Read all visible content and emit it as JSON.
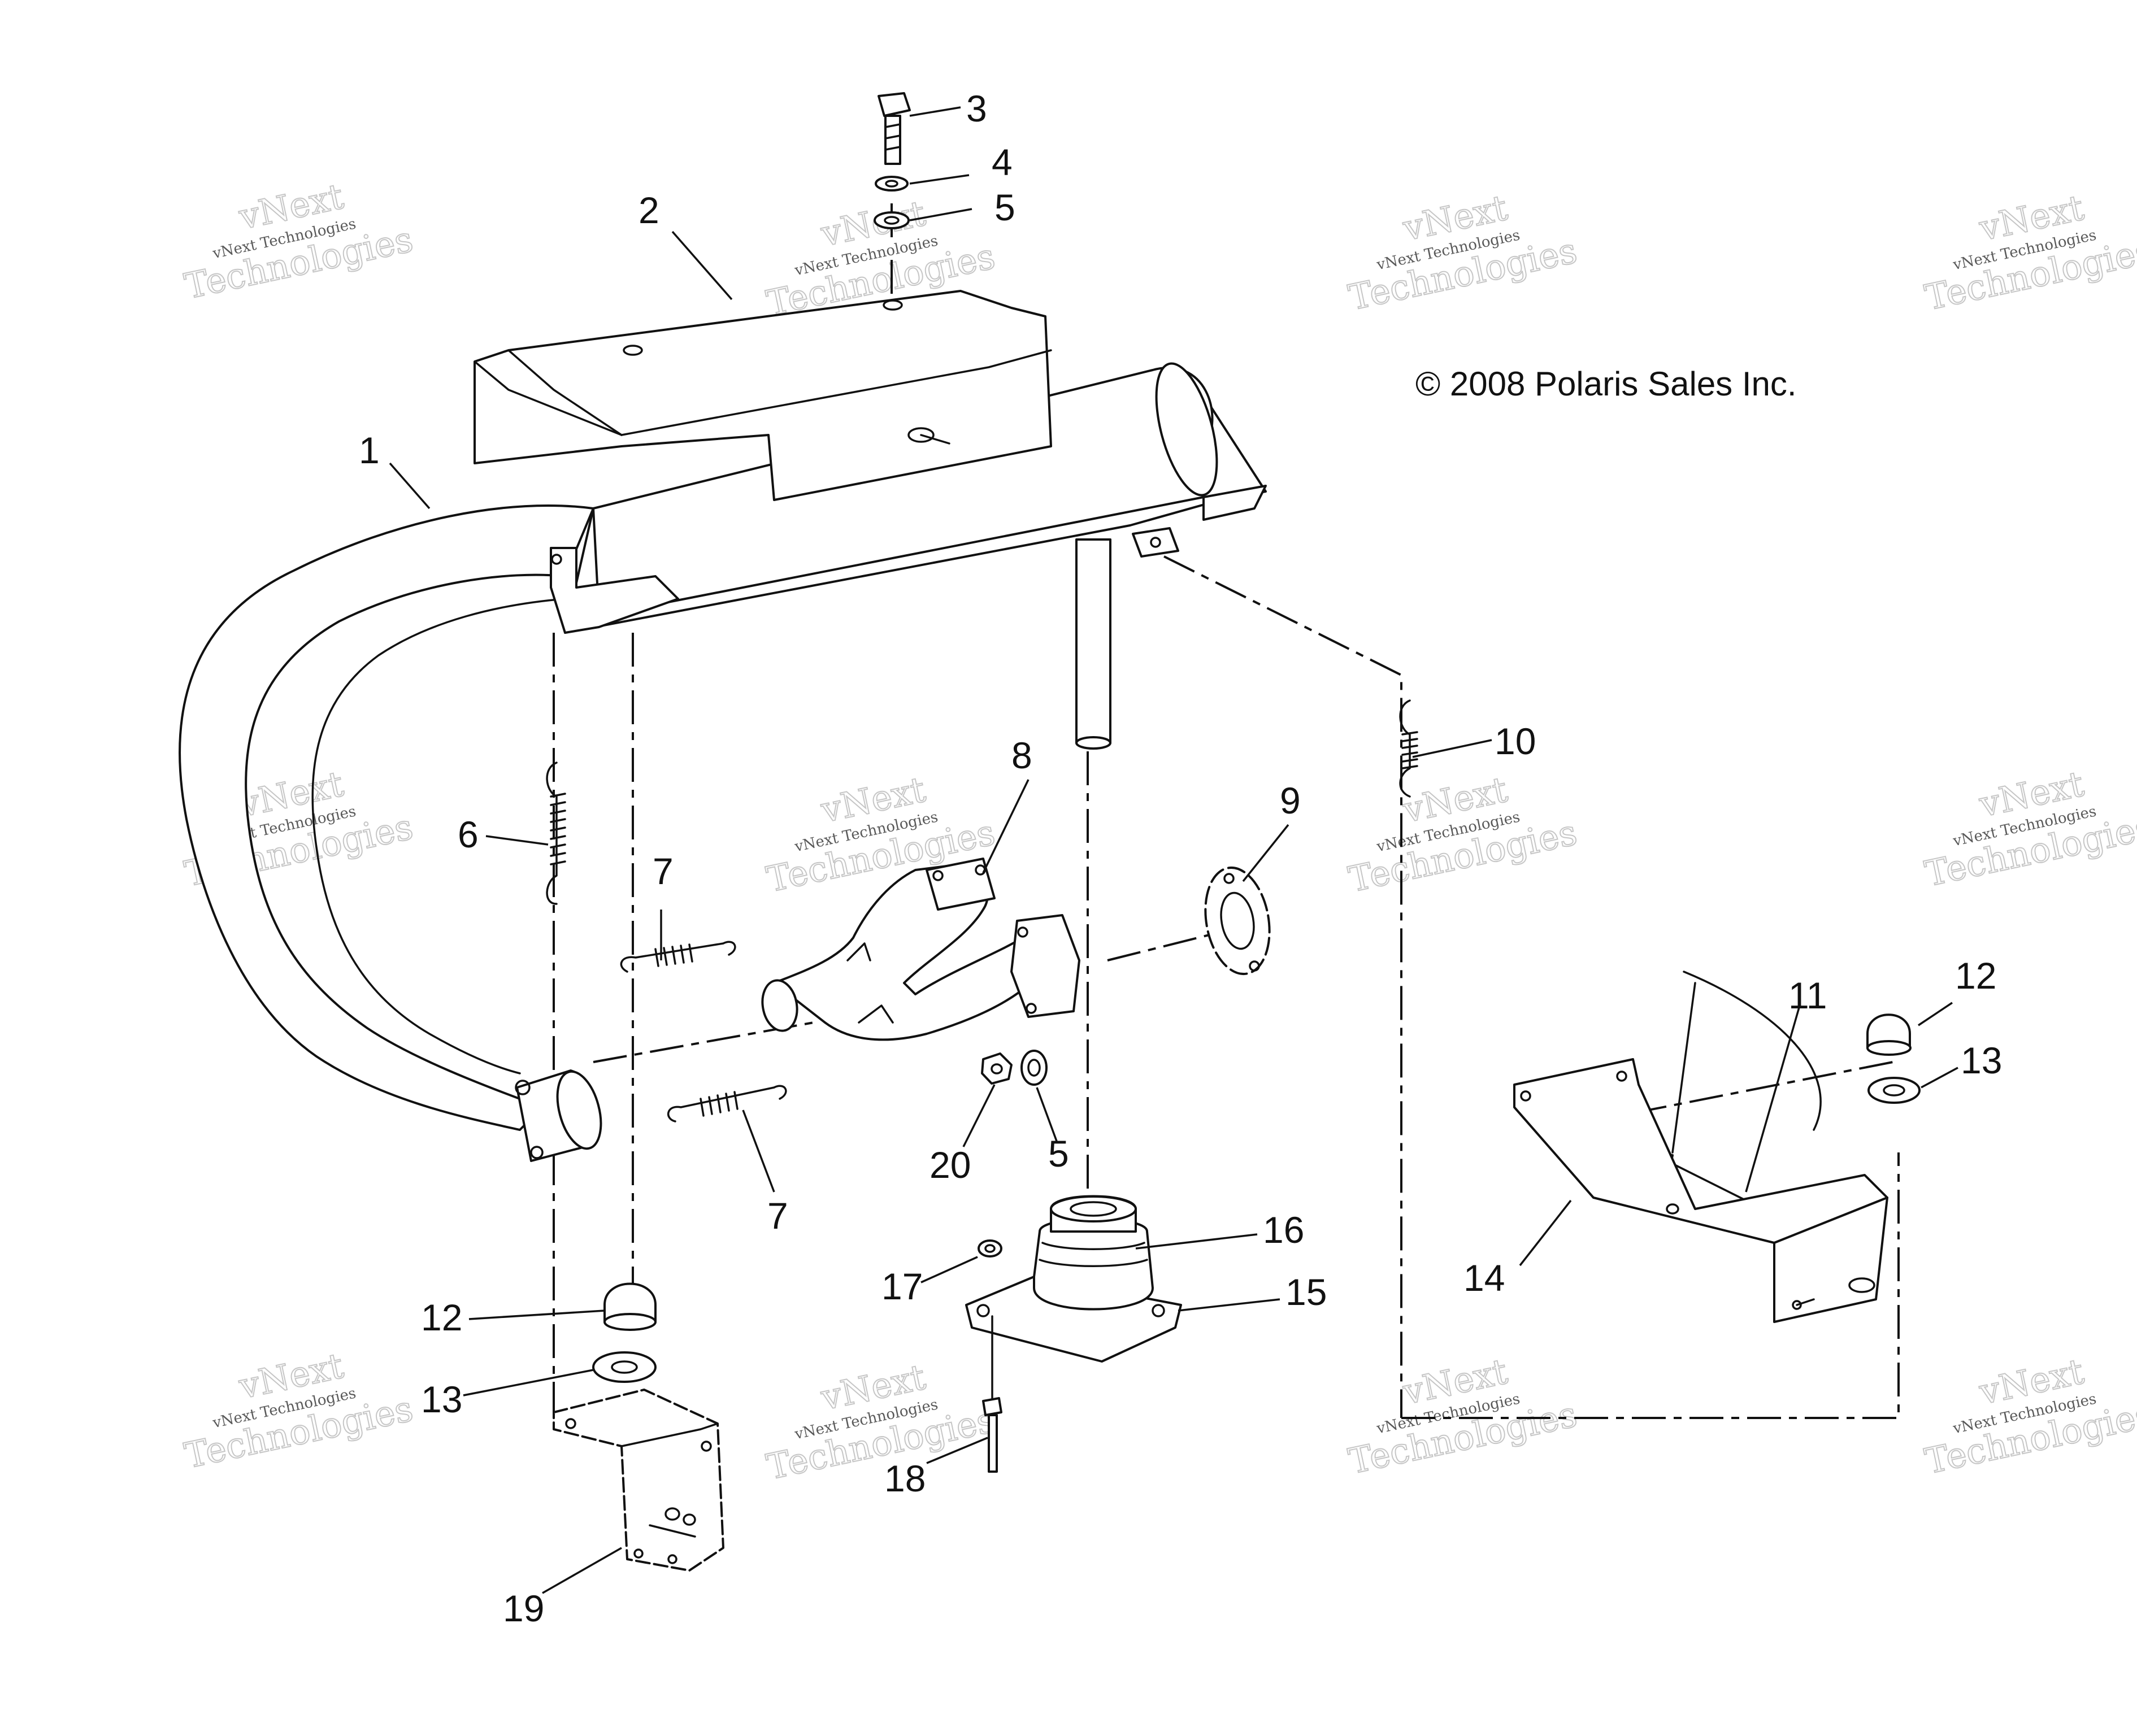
{
  "copyright": "© 2008 Polaris Sales Inc.",
  "watermark": {
    "line_small": "vNext Technologies",
    "line_brand": "vNext",
    "line_big": "Technologies"
  },
  "callouts": {
    "c1": "1",
    "c2": "2",
    "c3": "3",
    "c4": "4",
    "c5a": "5",
    "c5b": "5",
    "c6": "6",
    "c7a": "7",
    "c7b": "7",
    "c8": "8",
    "c9": "9",
    "c10": "10",
    "c11": "11",
    "c12a": "12",
    "c12b": "12",
    "c13a": "13",
    "c13b": "13",
    "c14": "14",
    "c15": "15",
    "c16": "16",
    "c17": "17",
    "c18": "18",
    "c19": "19",
    "c20": "20"
  }
}
